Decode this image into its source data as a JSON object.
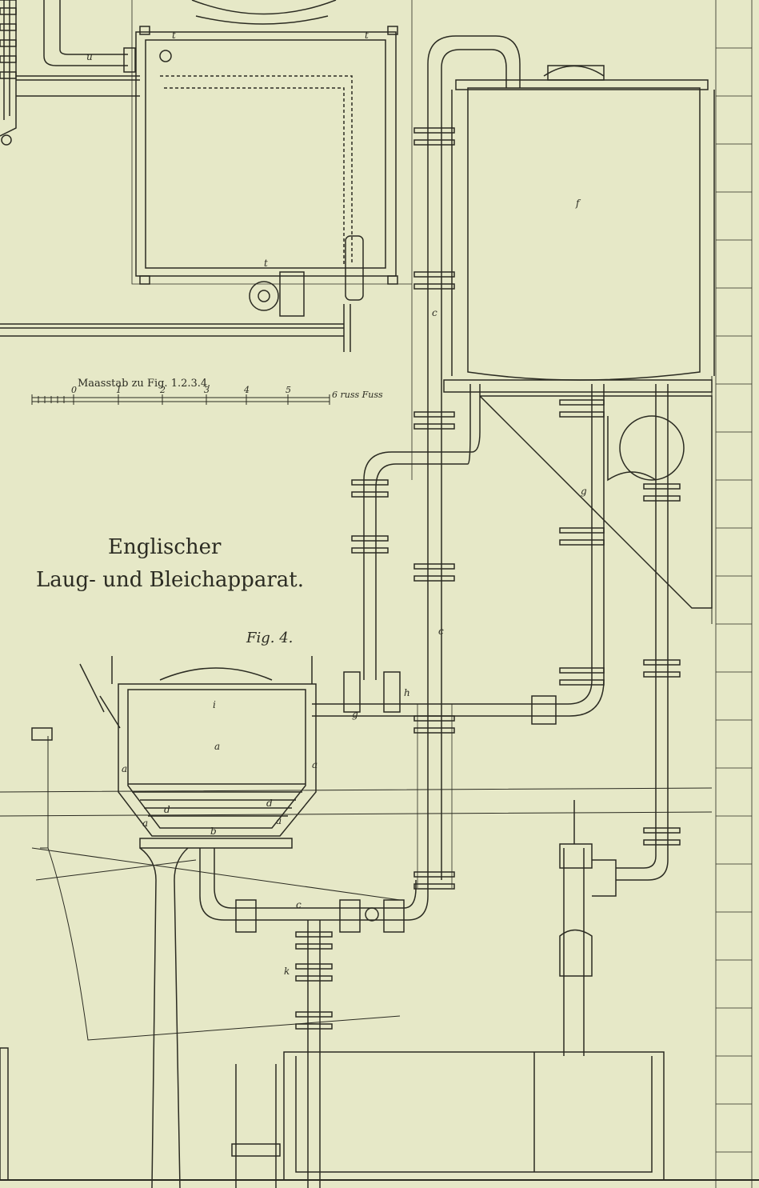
{
  "title": {
    "line1": "Englischer",
    "line2": "Laug- und Bleichapparat."
  },
  "figure_label": "Fig. 4.",
  "scale": {
    "title": "Maasstab zu Fig. 1.2.3.4.",
    "ticks": [
      "0",
      "1",
      "2",
      "3",
      "4",
      "5"
    ],
    "end_label": "6 russ Fuss"
  },
  "part_labels": {
    "u": "u",
    "t": "t",
    "f": "f",
    "c": "c",
    "g": "g",
    "h": "h",
    "i": "i",
    "a": "a",
    "d": "d",
    "b": "b",
    "k": "k"
  },
  "colors": {
    "paper": "#e6e8c7",
    "ink": "#2b2b22",
    "shade": "#8a8a72"
  }
}
